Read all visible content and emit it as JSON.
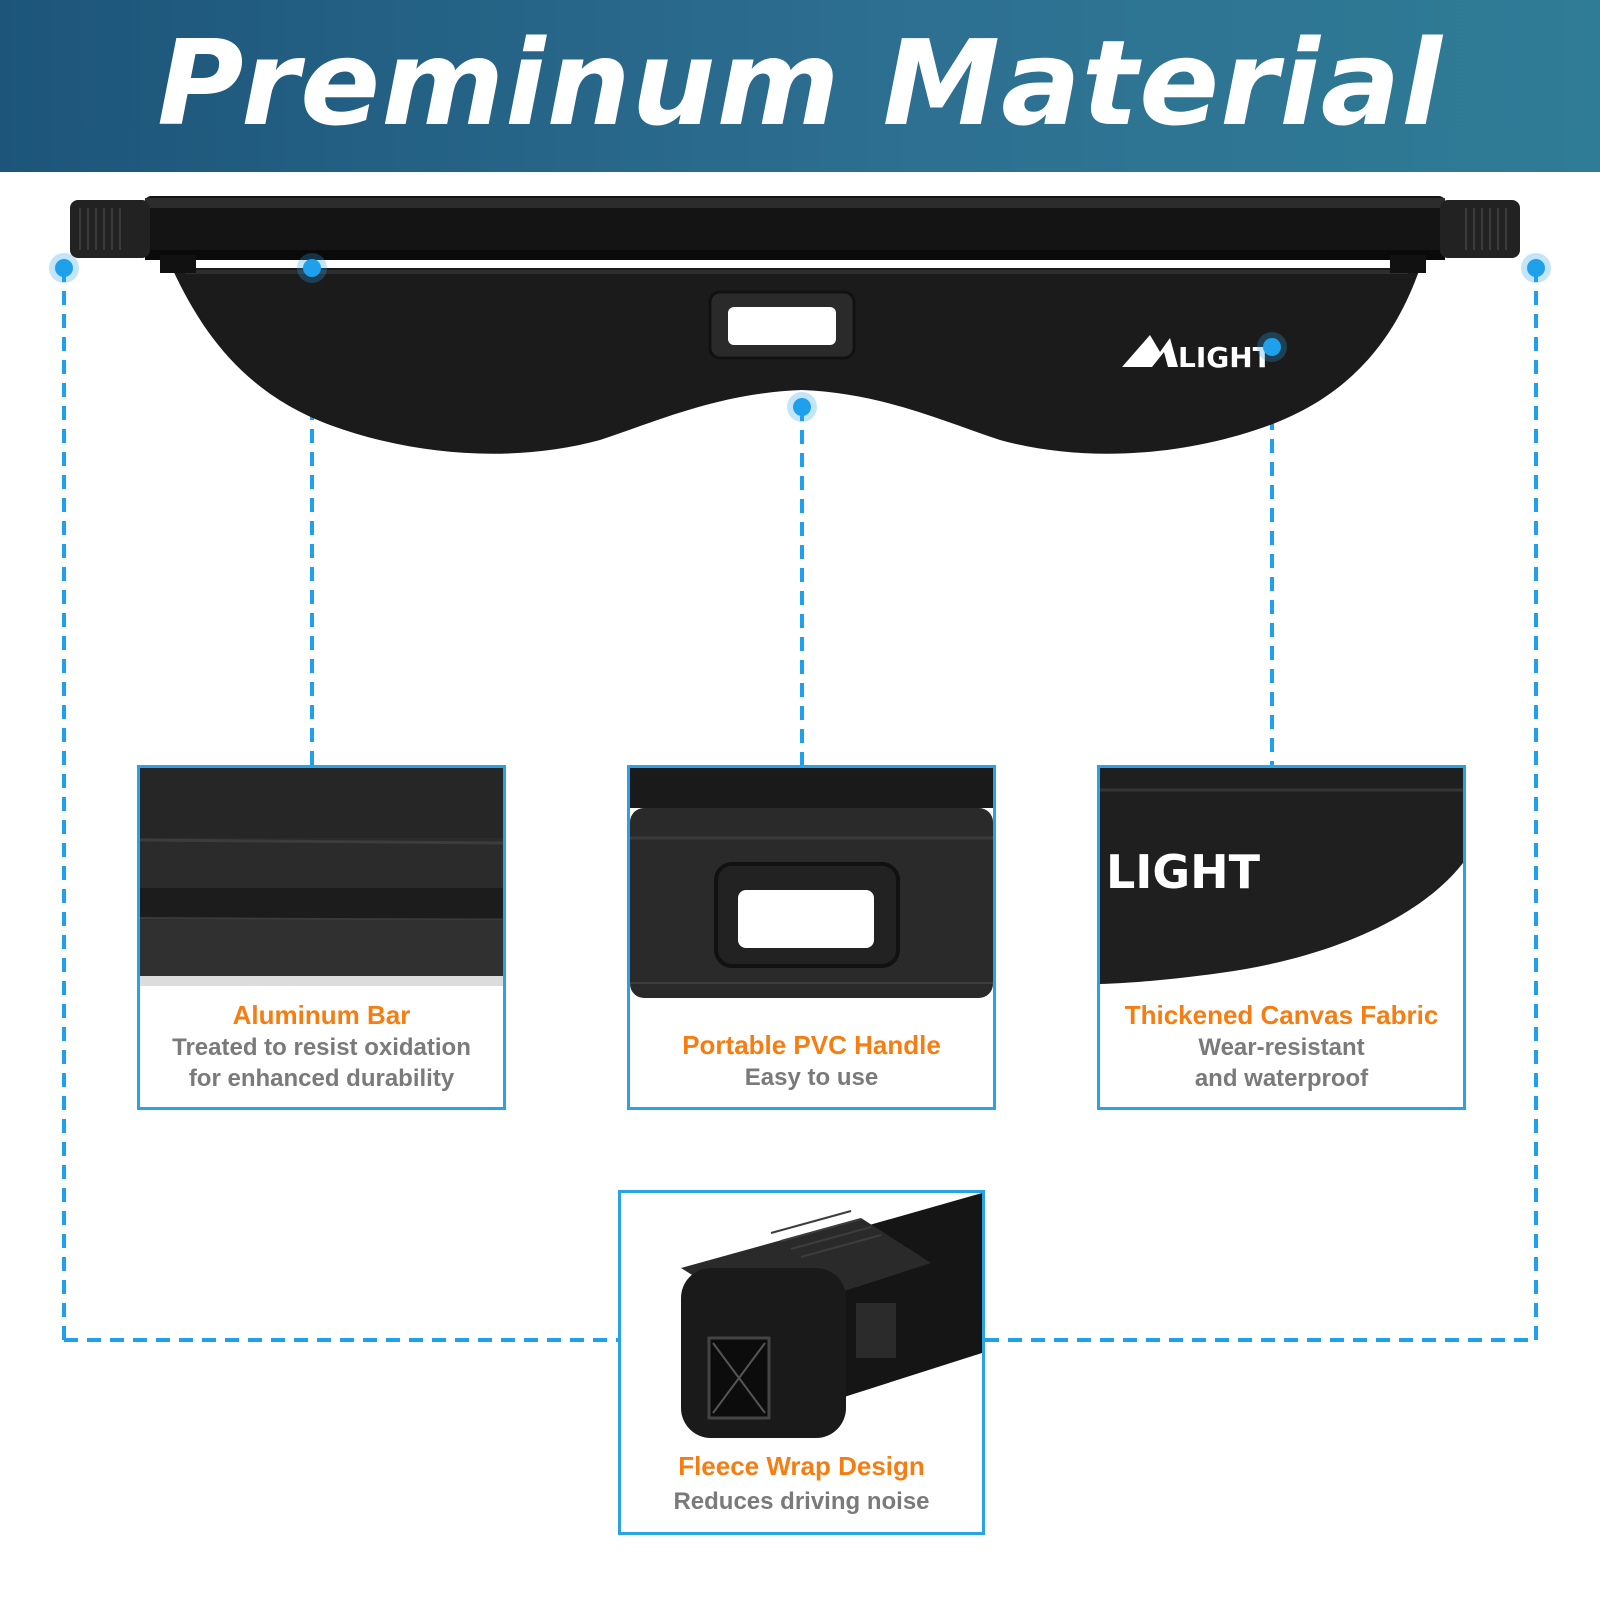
{
  "header": {
    "title": "Preminum Material"
  },
  "product": {
    "logo_text": "LIGHT"
  },
  "features": [
    {
      "title": "Aluminum Bar",
      "lines": [
        "Treated to resist oxidation",
        "for enhanced durability"
      ]
    },
    {
      "title": "Portable PVC Handle",
      "lines": [
        "Easy to use"
      ]
    },
    {
      "title": "Thickened Canvas Fabric",
      "lines": [
        "Wear-resistant",
        "and waterproof"
      ]
    },
    {
      "title": "Fleece Wrap Design",
      "lines": [
        "Reduces driving noise"
      ]
    }
  ],
  "colors": {
    "accent_blue": "#1ea0ec",
    "title_orange": "#f57d11",
    "header_blue": "#1c5579"
  }
}
